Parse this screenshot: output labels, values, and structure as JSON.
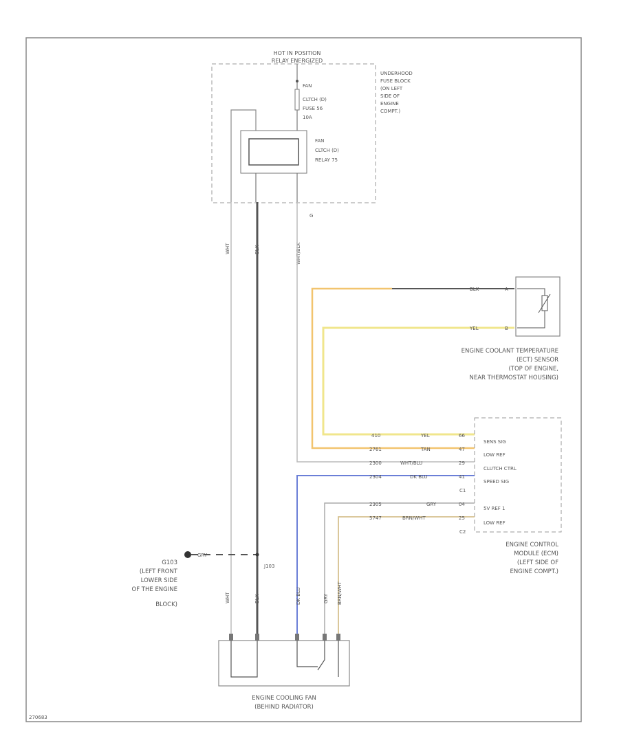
{
  "header": {
    "line1": "HOT IN POSITION",
    "line2": "RELAY ENERGIZED"
  },
  "fuse_block": {
    "label_lines": [
      "UNDERHOOD",
      "FUSE BLOCK",
      "(ON LEFT",
      "SIDE OF",
      "ENGINE",
      "COMPT.)"
    ],
    "fuse_lines": [
      "FAN",
      "CLTCH (D)",
      "FUSE 56",
      "10A"
    ],
    "relay_lines": [
      "FAN",
      "CLTCH (D)",
      "RELAY 75"
    ],
    "connector_pin": "G"
  },
  "wire_labels": {
    "left_wht": "WHT",
    "left_blk": "BLK",
    "wht_blk": "WHT/BLK",
    "ect_blk": "BLK",
    "ect_yel": "YEL",
    "fan_wht": "WHT",
    "fan_blk": "BLK",
    "fan_dkblu": "DK BLU",
    "fan_gry": "GRY",
    "fan_brnwht": "BRN/WHT"
  },
  "ect_sensor": {
    "label_lines": [
      "ENGINE COOLANT TEMPERATURE",
      "(ECT) SENSOR",
      "(TOP OF ENGINE,",
      "NEAR THERMOSTAT HOUSING)"
    ],
    "pin_a": "A",
    "pin_b": "B"
  },
  "ecm": {
    "label_lines": [
      "ENGINE CONTROL",
      "MODULE (ECM)",
      "(LEFT SIDE OF",
      "ENGINE COMPT.)"
    ],
    "connector_c1": "C1",
    "connector_c2": "C2",
    "rows": [
      {
        "circuit": "410",
        "color": "YEL",
        "pin": "66",
        "function": "SENS SIG"
      },
      {
        "circuit": "2761",
        "color": "TAN",
        "pin": "47",
        "function": "LOW REF"
      },
      {
        "circuit": "2300",
        "color": "WHT/BLU",
        "pin": "29",
        "function": "CLUTCH CTRL"
      },
      {
        "circuit": "2304",
        "color": "DK BLU",
        "pin": "41",
        "function": "SPEED SIG"
      },
      {
        "circuit": "2305",
        "color": "GRY",
        "pin": "04",
        "function": "5V REF 1"
      },
      {
        "circuit": "5747",
        "color": "BRN/WHT",
        "pin": "25",
        "function": "LOW REF"
      }
    ]
  },
  "ground": {
    "id": "G103",
    "wire_color": "GRY",
    "splice": "J103",
    "label_lines": [
      "G103",
      "(LEFT FRONT",
      "LOWER SIDE",
      "OF THE ENGINE",
      "BLOCK)"
    ]
  },
  "fan": {
    "label_lines": [
      "ENGINE COOLING FAN",
      "(BEHIND RADIATOR)"
    ]
  },
  "footer": {
    "code": "270683"
  },
  "colors": {
    "yellow": "#f0e68c",
    "orange": "#f2c46e",
    "blue": "#6b7fd7",
    "tan": "#d6c18f",
    "black": "#555555",
    "white_wire": "#cccccc"
  }
}
